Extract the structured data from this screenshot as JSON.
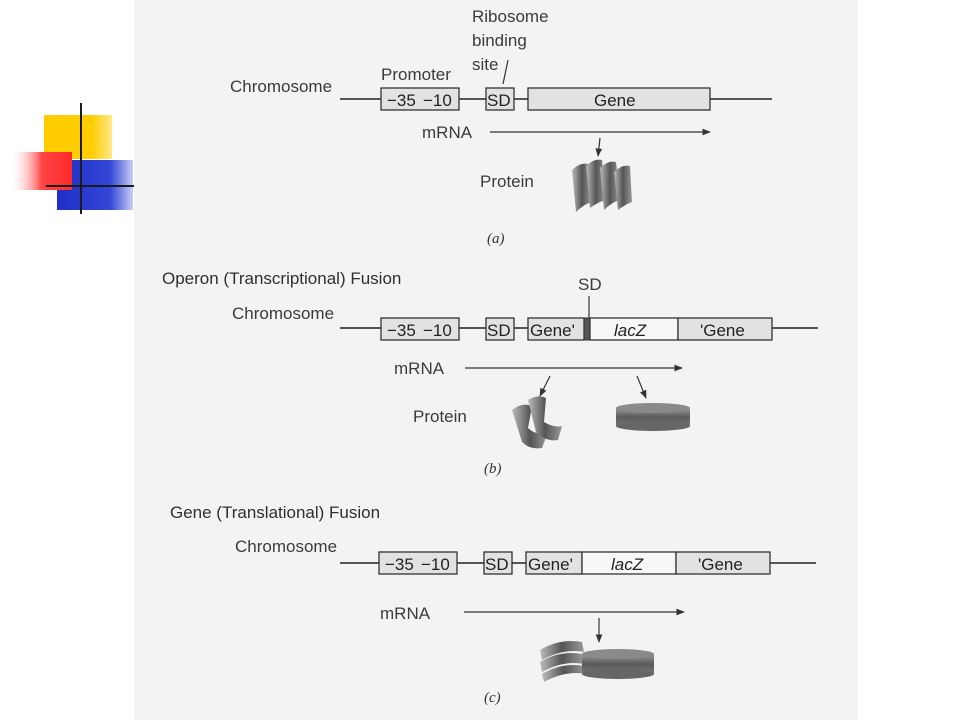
{
  "panel_a": {
    "ribosome_label_line1": "Ribosome",
    "ribosome_label_line2": "binding",
    "ribosome_label_line3": "site",
    "promoter_label": "Promoter",
    "chromosome_label": "Chromosome",
    "box_minus35": "−35",
    "box_minus10": "−10",
    "box_sd": "SD",
    "box_gene": "Gene",
    "mrna_label": "mRNA",
    "protein_label": "Protein",
    "caption": "(a)"
  },
  "panel_b": {
    "title": "Operon (Transcriptional) Fusion",
    "sd_label": "SD",
    "chromosome_label": "Chromosome",
    "box_minus35": "−35",
    "box_minus10": "−10",
    "box_sd": "SD",
    "box_gene_prime": "Gene'",
    "box_lacz": "lacZ",
    "box_prime_gene": "'Gene",
    "mrna_label": "mRNA",
    "protein_label": "Protein",
    "caption": "(b)"
  },
  "panel_c": {
    "title": "Gene (Translational) Fusion",
    "chromosome_label": "Chromosome",
    "box_minus35": "−35",
    "box_minus10": "−10",
    "box_sd": "SD",
    "box_gene_prime": "Gene'",
    "box_lacz": "lacZ",
    "box_prime_gene": "'Gene",
    "mrna_label": "mRNA",
    "caption": "(c)"
  },
  "colors": {
    "logo_yellow": "#ffcc00",
    "logo_red": "#ff3333",
    "logo_blue": "#2233cc",
    "box_fill": "#e2e2e2",
    "scan_background": "#f3f3f3"
  }
}
